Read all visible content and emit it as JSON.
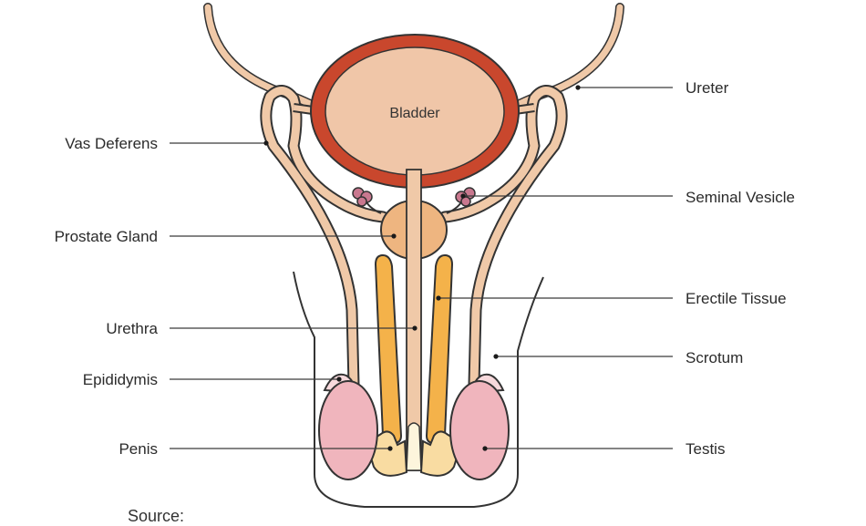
{
  "diagram": {
    "inner_label": "Bladder",
    "labels_left": [
      {
        "id": "vas-deferens",
        "text": "Vas Deferens"
      },
      {
        "id": "prostate-gland",
        "text": "Prostate Gland"
      },
      {
        "id": "urethra",
        "text": "Urethra"
      },
      {
        "id": "epididymis",
        "text": "Epididymis"
      },
      {
        "id": "penis",
        "text": "Penis"
      }
    ],
    "labels_right": [
      {
        "id": "ureter",
        "text": "Ureter"
      },
      {
        "id": "seminal-vesicle",
        "text": "Seminal Vesicle"
      },
      {
        "id": "erectile-tissue",
        "text": "Erectile Tissue"
      },
      {
        "id": "scrotum",
        "text": "Scrotum"
      },
      {
        "id": "testis",
        "text": "Testis"
      }
    ],
    "source_text": "Source:"
  },
  "colors": {
    "bladder_wall": "#c9472d",
    "bladder_inner": "#f0c6a8",
    "duct_fill": "#f0c9a8",
    "outline": "#333333",
    "prostate": "#eeb580",
    "erectile": "#f4b24a",
    "penis_tip": "#f9dca2",
    "urethra_core": "#fdf5dc",
    "testis": "#f0b5bd",
    "vesicle": "#c9788f",
    "epididymis_cap": "#f7d9dc"
  }
}
